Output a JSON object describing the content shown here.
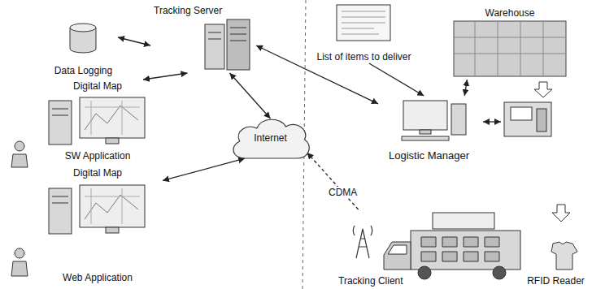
{
  "diagram": {
    "nodes": [
      {
        "text": [
          "Tracking Server"
        ]
      },
      {
        "text": [
          "Data Logging"
        ]
      },
      {
        "text": [
          "Digital Map",
          "SW Application"
        ]
      },
      {
        "text": [
          "Digital Map",
          "Web Application"
        ]
      },
      {
        "text": [
          "Internet"
        ]
      },
      {
        "text": [
          "List of items to deliver"
        ]
      },
      {
        "text": [
          "Warehouse"
        ]
      },
      {
        "text": [
          "Logistic Manager"
        ]
      },
      {
        "text": [
          "Tracking Client"
        ]
      },
      {
        "text": [
          "RFID Reader"
        ]
      }
    ],
    "edges": [
      {
        "from": 1,
        "to": 0,
        "arrow": "both"
      },
      {
        "from": 0,
        "to": 2,
        "arrow": "both"
      },
      {
        "from": 0,
        "to": 4,
        "arrow": "both"
      },
      {
        "from": 0,
        "to": 7,
        "arrow": "both"
      },
      {
        "from": 4,
        "to": 3,
        "arrow": "both"
      },
      {
        "from": 5,
        "to": 7,
        "arrow": "to"
      },
      {
        "from": 6,
        "to": 7,
        "arrow": "both"
      },
      {
        "from": 8,
        "to": 4,
        "label": "CDMA",
        "arrow": "to"
      }
    ]
  }
}
